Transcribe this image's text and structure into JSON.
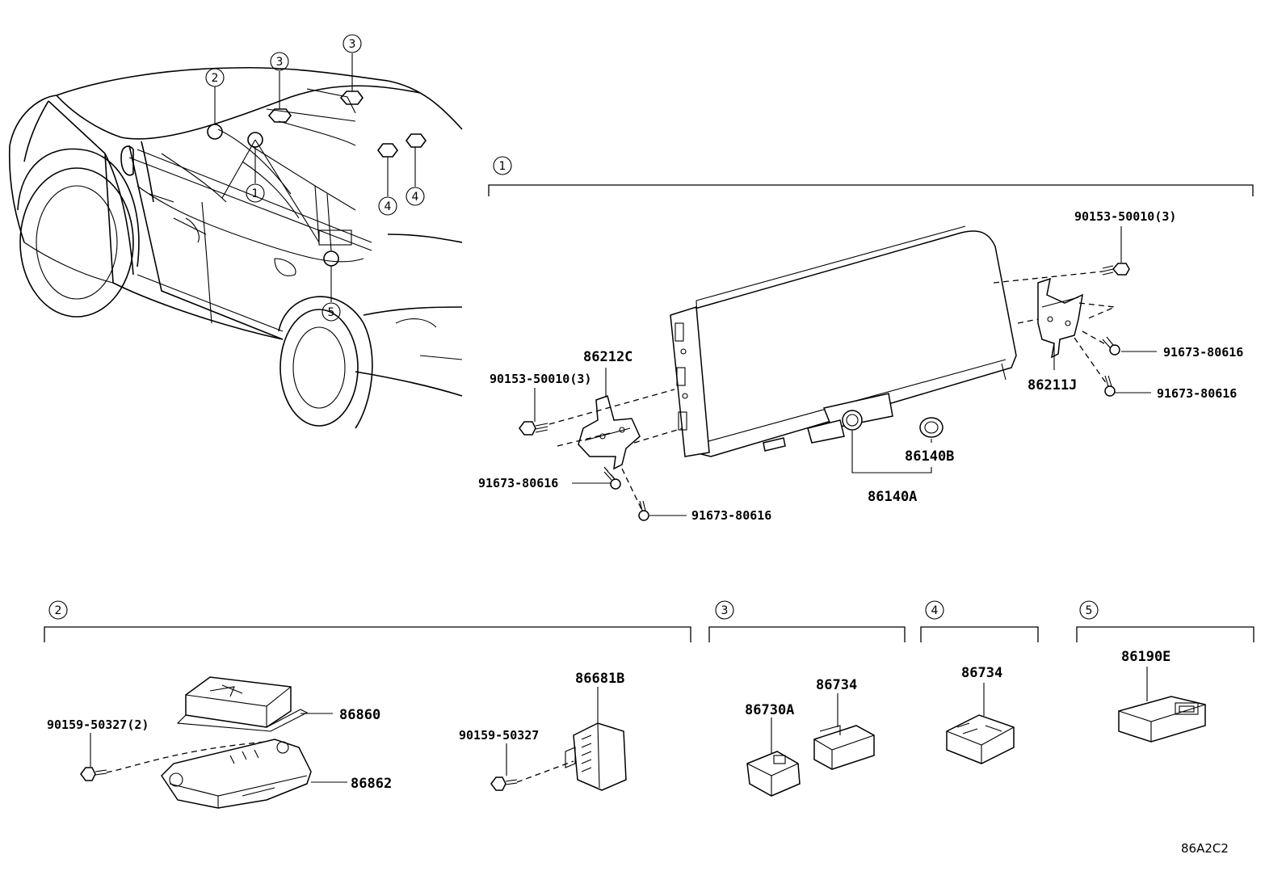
{
  "diagram": {
    "code": "86A2C2",
    "car_callouts": [
      "2",
      "3",
      "3",
      "1",
      "4",
      "4",
      "5"
    ],
    "groups": [
      {
        "num": "1"
      },
      {
        "num": "2"
      },
      {
        "num": "3"
      },
      {
        "num": "4"
      },
      {
        "num": "5"
      }
    ],
    "parts": {
      "p_90153_r": "90153-50010(3)",
      "p_90153_l": "90153-50010(3)",
      "p_86212c": "86212C",
      "p_86211j": "86211J",
      "p_91673_r1": "91673-80616",
      "p_91673_r2": "91673-80616",
      "p_91673_l1": "91673-80616",
      "p_91673_l2": "91673-80616",
      "p_86140b": "86140B",
      "p_86140a": "86140A",
      "p_86860": "86860",
      "p_86862": "86862",
      "p_90159_2": "90159-50327(2)",
      "p_90159": "90159-50327",
      "p_86681b": "86681B",
      "p_86730a": "86730A",
      "p_86734_3": "86734",
      "p_86734_4": "86734",
      "p_86190e": "86190E"
    }
  }
}
